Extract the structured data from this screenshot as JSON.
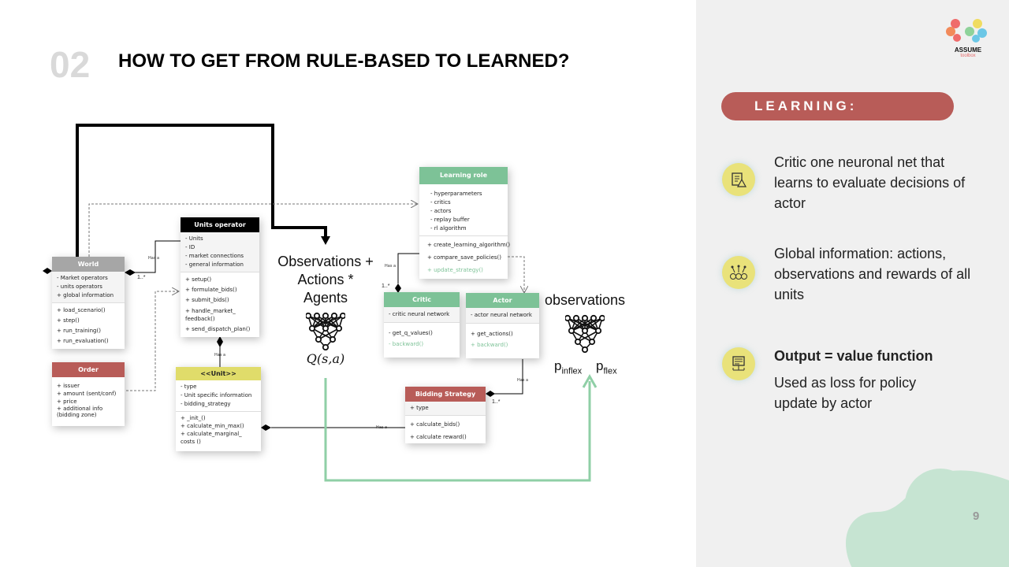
{
  "slide": {
    "number_label": "02",
    "title": "HOW TO GET FROM RULE-BASED TO LEARNED?",
    "page": "9"
  },
  "logo": {
    "name": "ASSUME",
    "sub": "toolbox"
  },
  "diagram": {
    "world": {
      "title": "World",
      "attrs": [
        "- Market operators",
        "- units operators",
        "+ global information"
      ],
      "methods": [
        "+ load_scenario()",
        "+ step()",
        "+ run_training()",
        "+ run_evaluation()"
      ]
    },
    "units_operator": {
      "title": "Units operator",
      "attrs": [
        "- Units",
        "- ID",
        "- market connections",
        "- general information"
      ],
      "methods": [
        "+ setup()",
        "+ formulate_bids()",
        "+ submit_bids()",
        "+ handle_market_ feedback()",
        "+ send_dispatch_plan()"
      ]
    },
    "order": {
      "title": "Order",
      "attrs": [
        "+ issuer",
        "+ amount (sent/conf)",
        "+ price",
        "+ additional info (bidding zone)"
      ]
    },
    "unit": {
      "title": "<<Unit>>",
      "attrs": [
        "- type",
        "- Unit specific information",
        "- bidding_strategy"
      ],
      "methods": [
        "+ _init_()",
        "+ calculate_min_max()",
        "+ calculate_marginal_ costs ()"
      ]
    },
    "learning_role": {
      "title": "Learning role",
      "attrs": [
        "- hyperparameters",
        "- critics",
        "- actors",
        "- replay buffer",
        "- rl algorithm"
      ],
      "methods": [
        "+ create_learning_algorithm()",
        "+ compare_save_policies()"
      ],
      "highlight": "+ update_strategy()"
    },
    "critic": {
      "title": "Critic",
      "attrs": [
        "- critic neural network"
      ],
      "methods": [
        "- get_q_values()"
      ],
      "highlight": "- backward()"
    },
    "actor": {
      "title": "Actor",
      "attrs": [
        "- actor neural network"
      ],
      "methods": [
        "+ get_actions()"
      ],
      "highlight": "+ backward()"
    },
    "bidding": {
      "title": "Bidding Strategy",
      "attrs": [
        "+ type"
      ],
      "methods": [
        "+ calculate_bids()",
        "+ calculate reward()"
      ]
    },
    "has_a": "Has a",
    "mult": "1..*",
    "critic_label": {
      "l1": "Observations +",
      "l2": "Actions *",
      "l3": "Agents",
      "q": "Q(s,a)"
    },
    "actor_label": {
      "obs": "observations",
      "p1": "p",
      "p1sub": "inflex",
      "p2": "p",
      "p2sub": "flex"
    }
  },
  "panel": {
    "heading": "LEARNING:",
    "items": [
      {
        "icon": "clipboard-warning-icon",
        "text": "Critic one neuronal net that learns to evaluate decisions of actor"
      },
      {
        "icon": "network-people-icon",
        "text": "Global information: actions, observations and rewards of all units"
      },
      {
        "icon": "output-server-icon",
        "bold": "Output = value function",
        "text": "Used as loss for policy update by actor"
      }
    ]
  },
  "colors": {
    "red": "#b85c58",
    "green": "#7dc297",
    "yellow": "#e0dc6a",
    "panel": "#f0f0f0"
  }
}
